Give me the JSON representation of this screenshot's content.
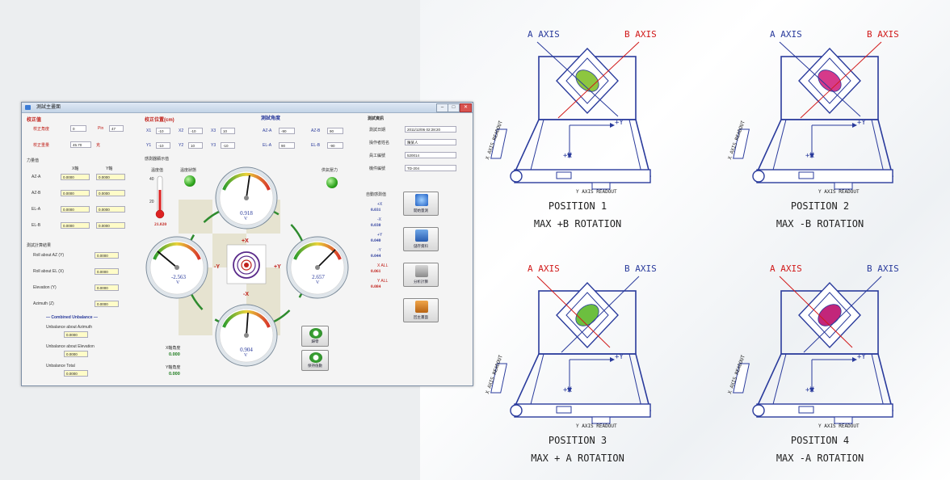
{
  "window": {
    "title": "測試主畫面",
    "min": "–",
    "max": "□",
    "close": "✕"
  },
  "calib": {
    "header": "校正值",
    "angle_label": "校正角度",
    "angle_val": "0",
    "pin_label": "Pin",
    "pin_val": "47",
    "weight_label": "校正重量",
    "weight_val": "45.70",
    "weight_unit": "克"
  },
  "force": {
    "header": "力量值",
    "col_x": "X軸",
    "col_y": "Y軸",
    "rows": [
      {
        "label": "AZ-A",
        "x": "0.0000",
        "y": "0.0000"
      },
      {
        "label": "AZ-B",
        "x": "0.0000",
        "y": "0.0000"
      },
      {
        "label": "EL-A",
        "x": "0.0000",
        "y": "0.0000"
      },
      {
        "label": "EL-B",
        "x": "0.0000",
        "y": "0.0000"
      }
    ]
  },
  "results": {
    "header": "測試計算結果",
    "rows": [
      {
        "label": "Roll about AZ (Y)",
        "val": "0.0000"
      },
      {
        "label": "Roll about EL (X)",
        "val": "0.0000"
      },
      {
        "label": "Elevation (Y)",
        "val": "0.0000"
      },
      {
        "label": "Azimuth (Z)",
        "val": "0.0000"
      }
    ],
    "combined": "— Combined Unbalance —",
    "comb_rows": [
      {
        "label": "Unbalance about Azimuth",
        "val": "0.0000"
      },
      {
        "label": "Unbalance about Elevation",
        "val": "0.0000"
      },
      {
        "label": "Unbalance Total",
        "val": "0.0000"
      }
    ]
  },
  "pos": {
    "header": "校正位置(cm)",
    "items": [
      {
        "l": "X1",
        "v": "-10"
      },
      {
        "l": "X2",
        "v": "-10"
      },
      {
        "l": "X3",
        "v": "10"
      },
      {
        "l": "Y1",
        "v": "-10"
      },
      {
        "l": "Y2",
        "v": "10"
      },
      {
        "l": "Y3",
        "v": "-10"
      }
    ]
  },
  "angle": {
    "header": "測試角度",
    "items": [
      {
        "l": "AZ-A",
        "v": "-90"
      },
      {
        "l": "AZ-B",
        "v": "90"
      },
      {
        "l": "EL-A",
        "v": "90"
      },
      {
        "l": "EL-B",
        "v": "-90"
      }
    ]
  },
  "sensors": {
    "header": "感測器顯示值",
    "temp_label": "溫度值",
    "status_label": "溫度狀態",
    "balance_label": "供氣壓力",
    "temp_value": "21.020",
    "temp_scale_top": "40",
    "temp_scale_mid": "20"
  },
  "gauges": {
    "top": {
      "value": "0.918",
      "unit": "V"
    },
    "left": {
      "value": "-2.563",
      "unit": "V"
    },
    "right": {
      "value": "2.657",
      "unit": "V"
    },
    "bottom": {
      "value": "0.904",
      "unit": "V"
    }
  },
  "dirs": {
    "px": "+X",
    "nx": "-X",
    "py": "+Y",
    "ny": "-Y"
  },
  "deg": {
    "x_label": "X軸角度",
    "x_val": "0.000",
    "y_label": "Y軸角度",
    "y_val": "0.000"
  },
  "test": {
    "header": "測試資訊",
    "rows": [
      {
        "l": "測試日期",
        "v": "2011/12/06 02:28:20"
      },
      {
        "l": "操作者姓名",
        "v": "陳某人"
      },
      {
        "l": "員工編號",
        "v": "520014"
      },
      {
        "l": "機件編號",
        "v": "TD-204"
      }
    ]
  },
  "balance": {
    "header": "自動感測值",
    "items": [
      {
        "l": "+X",
        "v": "0.031"
      },
      {
        "l": "-X",
        "v": "0.030"
      },
      {
        "l": "+Y",
        "v": "0.040"
      },
      {
        "l": "-Y",
        "v": "0.044"
      },
      {
        "l": "X ALL",
        "v": "0.061"
      },
      {
        "l": "Y ALL",
        "v": "0.084"
      }
    ]
  },
  "buttons": {
    "start": "開始量測",
    "save": "儲存資料",
    "calc": "分析計算",
    "exit": "回主畫面",
    "zero": "歸零",
    "keep": "保持值數"
  },
  "diagrams": [
    {
      "a_axis": "A AXIS",
      "b_axis": "B AXIS",
      "y_plus": "+Y",
      "x_plus": "+X",
      "x_readout": "X AXIS READOUT",
      "y_readout": "Y AXIS READOUT",
      "pos": "POSITION 1",
      "rot": "MAX +B ROTATION",
      "highlight": "#8dc63f"
    },
    {
      "a_axis": "A AXIS",
      "b_axis": "B AXIS",
      "y_plus": "+Y",
      "x_plus": "+X",
      "x_readout": "X AXIS READOUT",
      "y_readout": "Y AXIS READOUT",
      "pos": "POSITION 2",
      "rot": "MAX -B ROTATION",
      "highlight": "#d63a8a"
    },
    {
      "a_axis": "A AXIS",
      "b_axis": "B AXIS",
      "y_plus": "+Y",
      "x_plus": "+X",
      "x_readout": "X AXIS READOUT",
      "y_readout": "Y AXIS READOUT",
      "pos": "POSITION 3",
      "rot": "MAX + A ROTATION",
      "highlight": "#6cbf3f"
    },
    {
      "a_axis": "A AXIS",
      "b_axis": "B AXIS",
      "y_plus": "+Y",
      "x_plus": "+X",
      "x_readout": "X AXIS READOUT",
      "y_readout": "Y AXIS READOUT",
      "pos": "POSITION 4",
      "rot": "MAX -A ROTATION",
      "highlight": "#c2267a"
    }
  ]
}
